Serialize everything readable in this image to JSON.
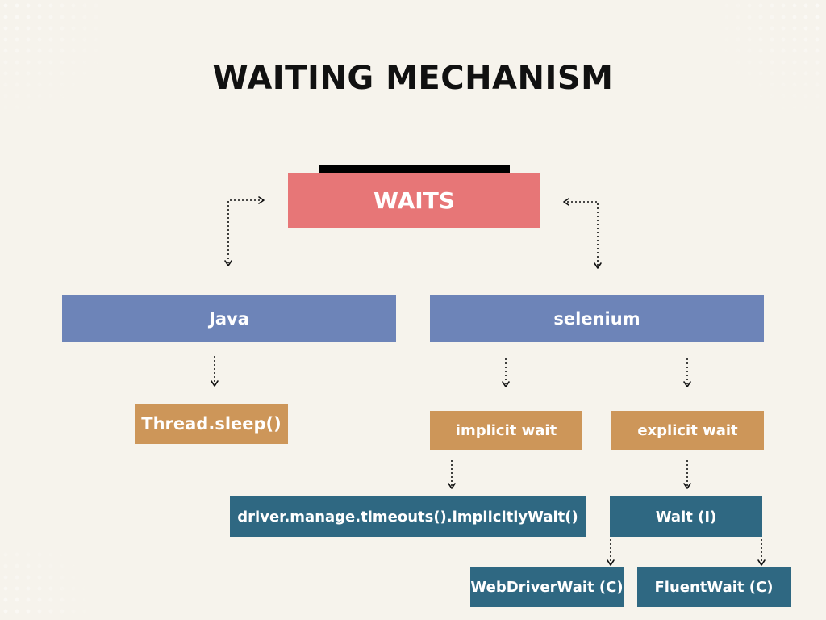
{
  "title": "WAITING MECHANISM",
  "nodes": {
    "waits": "WAITS",
    "java": "Java",
    "selenium": "selenium",
    "thread_sleep": "Thread.sleep()",
    "implicit_wait": "implicit wait",
    "explicit_wait": "explicit wait",
    "implicit_method": "driver.manage.timeouts().implicitlyWait()",
    "wait_interface": "Wait (I)",
    "webdriverwait": "WebDriverWait (C)",
    "fluentwait": "FluentWait (C)"
  },
  "colors": {
    "background": "#f6f3ec",
    "root": "#e77677",
    "root_bar": "#000000",
    "level1": "#6d84b8",
    "level2": "#cd9659",
    "level3": "#2f6882",
    "text_light": "#ffffff",
    "text_dark": "#111111"
  }
}
